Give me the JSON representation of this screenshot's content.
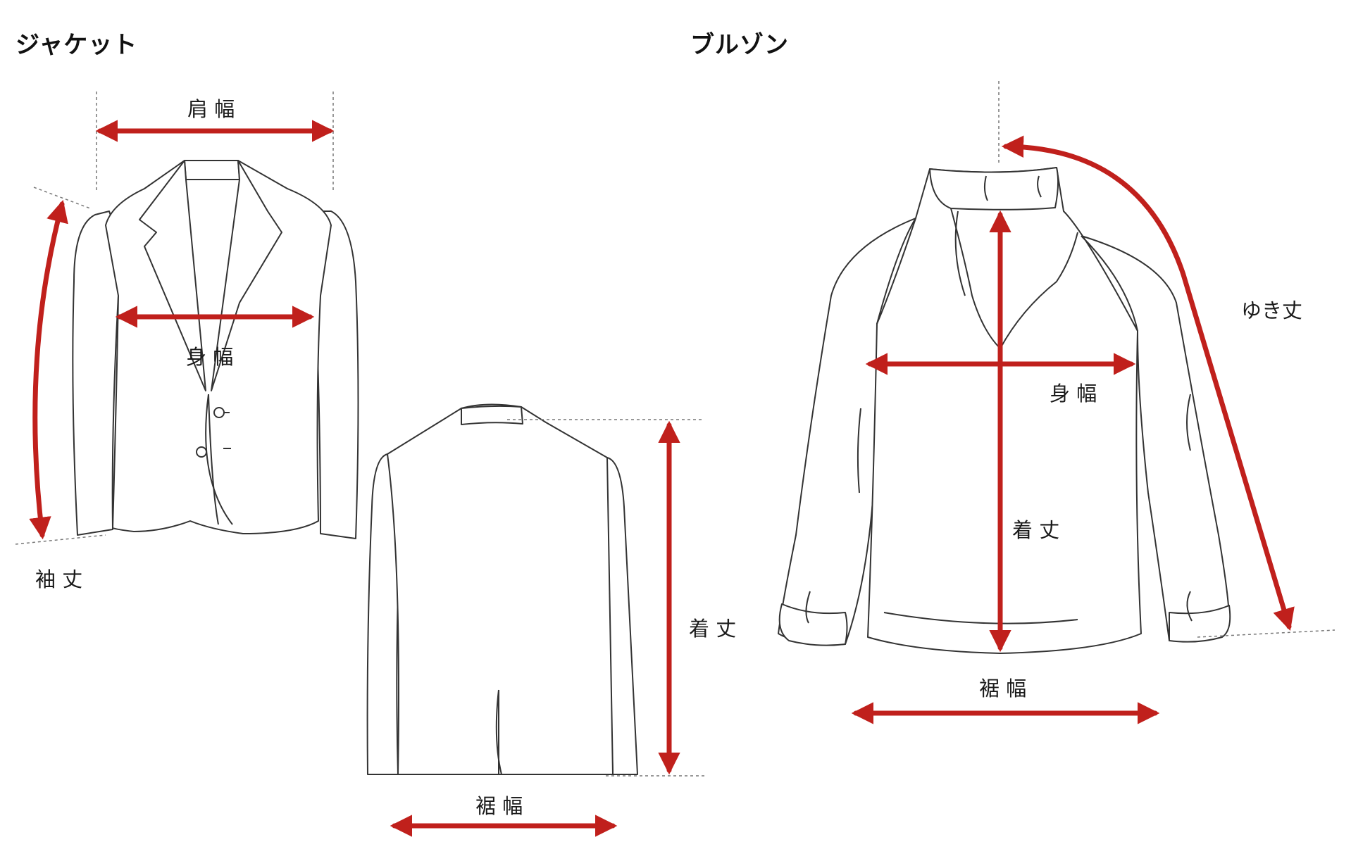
{
  "jacket": {
    "title": "ジャケット",
    "shoulder_width": "肩 幅",
    "body_width": "身 幅",
    "sleeve_length": "袖 丈",
    "length": "着 丈",
    "hem_width": "裾 幅"
  },
  "blouson": {
    "title": "ブルゾン",
    "sleeve_length": "ゆき丈",
    "body_width": "身 幅",
    "length": "着 丈",
    "hem_width": "裾 幅"
  },
  "colors": {
    "arrow": "#c0201c",
    "line": "#333333",
    "guide": "#777777"
  }
}
